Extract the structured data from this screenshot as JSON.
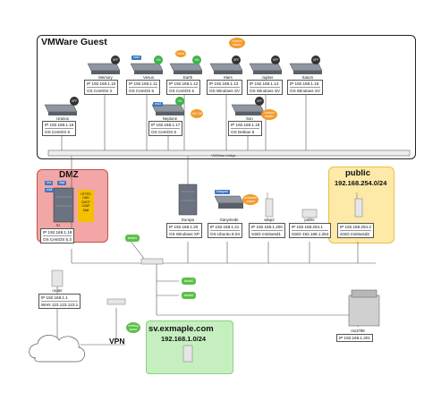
{
  "regions": {
    "vmware_guest": "VMWare Guest",
    "dmz": "DMZ",
    "public_title": "public",
    "public_net": "192.168.254.0/24",
    "lan_title": "sv.exmaple.com",
    "lan_net": "192.168.1.0/24",
    "vpn": "VPN",
    "bridge": "VMWare bridge"
  },
  "vms": [
    {
      "name": "Memory",
      "ip": "IP 192.168.1.10",
      "os": "OS CentOS 3",
      "status": "OFF"
    },
    {
      "name": "Venus",
      "ip": "IP 192.168.1.11",
      "os": "OS CentOS 5",
      "status": "ON",
      "tag": "mix2"
    },
    {
      "name": "Earth",
      "ip": "IP 192.168.1.12",
      "os": "OS CentOS 5",
      "status": "ON"
    },
    {
      "name": "Mars",
      "ip": "IP 192.168.1.13",
      "os": "OS Windows SV",
      "status": "OFF"
    },
    {
      "name": "Jupiter",
      "ip": "IP 192.168.1.14",
      "os": "OS Windows SV",
      "status": "OFF"
    },
    {
      "name": "Saturn",
      "ip": "IP 192.168.1.15",
      "os": "OS Windows SV",
      "status": "OFF"
    },
    {
      "name": "Uranus",
      "ip": "IP 192.168.1.16",
      "os": "OS CentOS 5",
      "status": "OFF"
    },
    {
      "name": "Neptune",
      "ip": "IP 192.168.1.17",
      "os": "OS CentOS 5",
      "status": "ON",
      "tag": "mix2"
    },
    {
      "name": "Sun",
      "ip": "IP 192.168.1.18",
      "os": "OS Debian 5",
      "status": "OFF"
    }
  ],
  "hosts": [
    {
      "name": "Io",
      "ip": "IP 192.168.1.19",
      "os": "OS CentOS 5.3"
    },
    {
      "name": "Europa",
      "ip": "IP 192.168.1.20",
      "os": "OS Windows XP"
    },
    {
      "name": "Ganymede",
      "ip": "IP 192.168.1.21",
      "os": "OS Ubuntu 8.04",
      "tag": "Nxagnet"
    },
    {
      "name": "wlap2",
      "ip": "IP 192.168.1.200",
      "os": "SSID mintsesd1"
    },
    {
      "name": "public",
      "ip": "IP 192.168.254.1",
      "os": "SSID 192.168.1.254"
    },
    {
      "name": "",
      "ip": "IP 192.168.254.2",
      "os": "SSID mintsesd2"
    },
    {
      "name": "router",
      "ip": "IP 192.168.1.1",
      "os": "WAN 123.123.123.1"
    },
    {
      "name": "mx3788",
      "ip": "IP 192.168.1.201",
      "os": ""
    }
  ],
  "dmz_tags": [
    "dns",
    "ldap",
    "mail"
  ],
  "dmz_services": [
    "HTTPD",
    "DNS",
    "DHCP",
    "LDAP",
    "Mail"
  ],
  "callouts": {
    "mars": "Hudson Master",
    "earth": "Active",
    "neptune": "VNC DH",
    "sun": "Hudson Master",
    "ganymede": "scheduled packet",
    "island1": "island1",
    "island2": "island2",
    "island3": "island3",
    "meeting": "meeting space"
  },
  "colors": {
    "dmz_fill": "#f2a6a6",
    "public_fill": "#fde9a8",
    "lan_fill": "#c6efc0",
    "on": "#3cb34a",
    "off": "#333333",
    "callout_orange": "#f39a2c",
    "callout_green": "#5cbf4a"
  }
}
